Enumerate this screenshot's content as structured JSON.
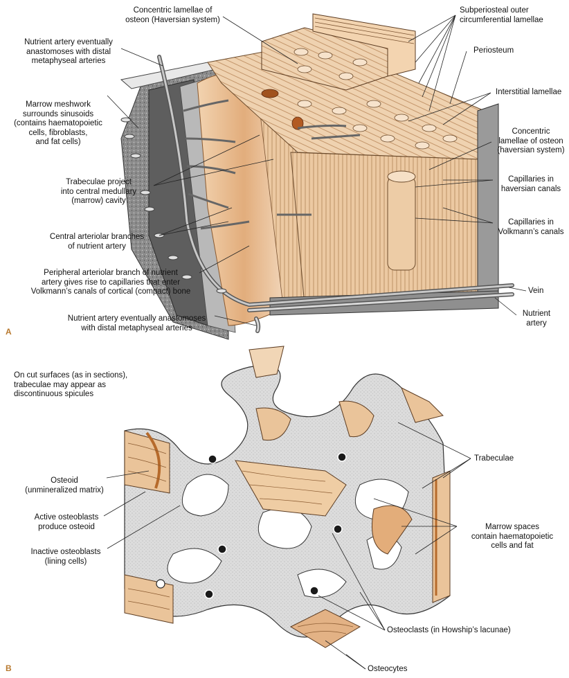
{
  "panel_a": {
    "letter": "A",
    "labels": {
      "concentric_osteon_top": "Concentric lamellae of\nosteon (Haversian system)",
      "subperiosteal": "Subperiosteal outer\ncircumferential lamellae",
      "periosteum": "Periosteum",
      "nutrient_artery_top": "Nutrient artery eventually\nanastomoses with distal\nmetaphyseal arteries",
      "marrow_meshwork": "Marrow meshwork\nsurrounds sinusoids\n(contains haematopoietic\ncells, fibroblasts,\nand fat cells)",
      "interstitial": "Interstitial lamellae",
      "concentric_osteon_right": "Concentric\nlamellae of osteon\n(haversian system)",
      "cap_haversian": "Capillaries in\nhaversian canals",
      "cap_volkmann": "Capillaries in\nVolkmann’s canals",
      "trabeculae_project": "Trabeculae project\ninto central medullary\n(marrow) cavity",
      "central_arteriolar": "Central arteriolar branches\nof nutrient artery",
      "peripheral_arteriolar": "Peripheral arteriolar branch of nutrient\nartery gives rise to capillaries that enter\nVolkmann’s canals of cortical (compact) bone",
      "vein": "Vein",
      "nutrient_artery_bottom": "Nutrient artery eventually anastomoses\nwith distal metaphyseal arteries",
      "nutrient_artery_right": "Nutrient\nartery"
    }
  },
  "panel_b": {
    "letter": "B",
    "labels": {
      "cut_surfaces": "On cut surfaces (as in sections),\ntrabeculae may appear as\ndiscontinuous spicules",
      "trabeculae": "Trabeculae",
      "osteoid": "Osteoid\n(unmineralized matrix)",
      "active_osteoblasts": "Active osteoblasts\nproduce osteoid",
      "inactive_osteoblasts": "Inactive osteoblasts\n(lining cells)",
      "marrow_spaces": "Marrow spaces\ncontain haematopoietic\ncells and fat",
      "osteoclasts": "Osteoclasts (in Howship’s lacunae)",
      "osteocytes": "Osteocytes"
    }
  },
  "colors": {
    "bone_tan": "#e9c49a",
    "bone_light": "#f5dcc0",
    "bone_dark": "#c7925f",
    "gray_dark": "#6e6e6e",
    "gray_mid": "#a8a8a8",
    "gray_light": "#d9d9d9",
    "accent_letter": "#b8792f"
  }
}
